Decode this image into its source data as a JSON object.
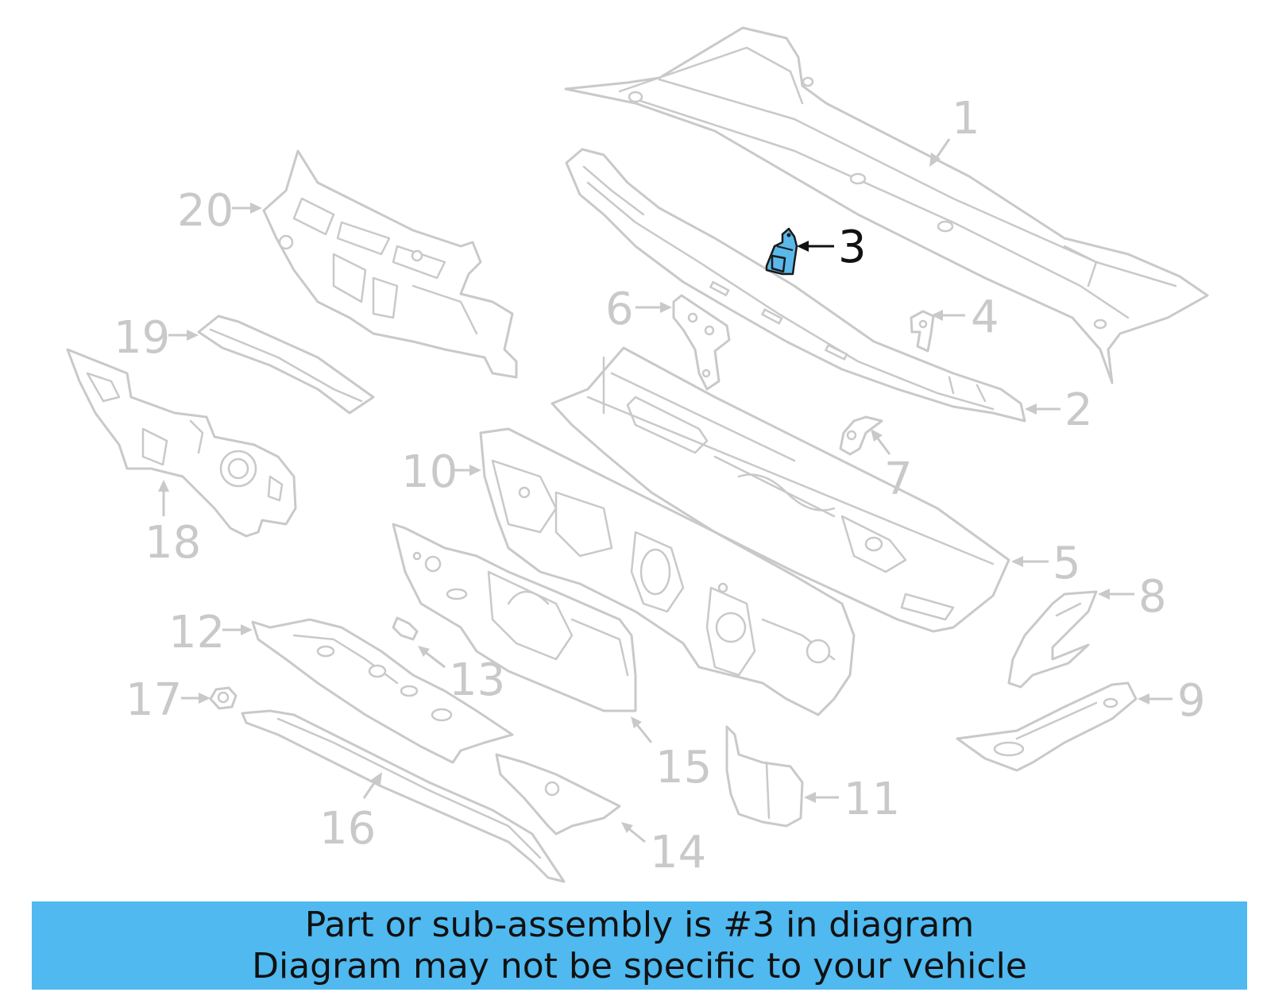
{
  "callouts": [
    {
      "label": "1",
      "highlight": false
    },
    {
      "label": "2",
      "highlight": false
    },
    {
      "label": "3",
      "highlight": true
    },
    {
      "label": "4",
      "highlight": false
    },
    {
      "label": "5",
      "highlight": false
    },
    {
      "label": "6",
      "highlight": false
    },
    {
      "label": "7",
      "highlight": false
    },
    {
      "label": "8",
      "highlight": false
    },
    {
      "label": "9",
      "highlight": false
    },
    {
      "label": "10",
      "highlight": false
    },
    {
      "label": "11",
      "highlight": false
    },
    {
      "label": "12",
      "highlight": false
    },
    {
      "label": "13",
      "highlight": false
    },
    {
      "label": "14",
      "highlight": false
    },
    {
      "label": "15",
      "highlight": false
    },
    {
      "label": "16",
      "highlight": false
    },
    {
      "label": "17",
      "highlight": false
    },
    {
      "label": "18",
      "highlight": false
    },
    {
      "label": "19",
      "highlight": false
    },
    {
      "label": "20",
      "highlight": false
    }
  ],
  "banner": {
    "line1": "Part or sub-assembly is #3 in diagram",
    "line2": "Diagram may not be specific to your vehicle"
  },
  "colors": {
    "highlight_fill": "#5bb8ea",
    "banner_bg": "#4fb9f0",
    "part_stroke": "#c9c9c9",
    "text_dark": "#111111"
  }
}
